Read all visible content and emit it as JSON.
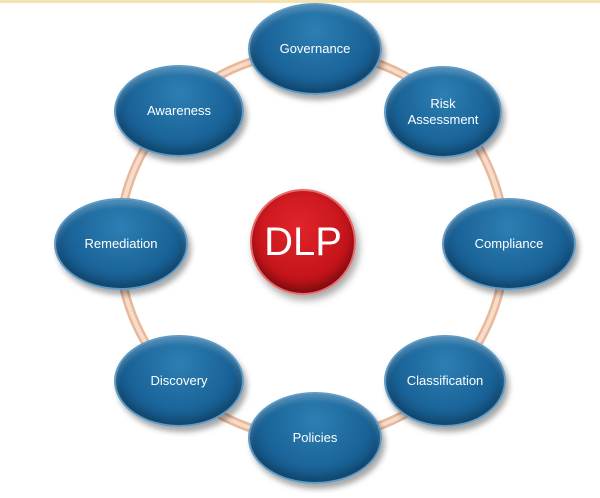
{
  "center": {
    "label": "DLP",
    "color": "#c4141a"
  },
  "nodes": [
    {
      "id": "governance",
      "label": "Governance"
    },
    {
      "id": "risk-assessment",
      "label": "Risk Assessment"
    },
    {
      "id": "compliance",
      "label": "Compliance"
    },
    {
      "id": "classification",
      "label": "Classification"
    },
    {
      "id": "policies",
      "label": "Policies"
    },
    {
      "id": "discovery",
      "label": "Discovery"
    },
    {
      "id": "remediation",
      "label": "Remediation"
    },
    {
      "id": "awareness",
      "label": "Awareness"
    }
  ],
  "colors": {
    "node": "#1a6499",
    "ring": "#f2c6a8"
  }
}
